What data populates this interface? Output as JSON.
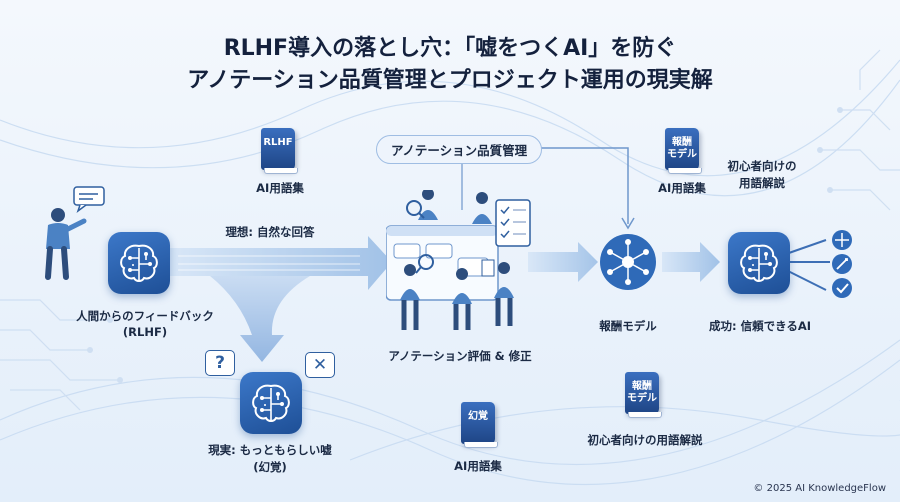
{
  "title": {
    "line1": "RLHF導入の落とし穴：「嘘をつくAI」を防ぐ",
    "line2": "アノテーション品質管理とプロジェクト運用の現実解"
  },
  "nodes": {
    "human_feedback": {
      "label_line1": "人間からのフィードバック",
      "label_line2": "(RLHF)"
    },
    "ideal_path": "理想: 自然な回答",
    "reality": {
      "label_line1": "現実: もっともらしい嘘",
      "label_line2": "(幻覚)"
    },
    "quality_pill": "アノテーション品質管理",
    "annotation_eval": "アノテーション評価 & 修正",
    "reward_model": "報酬モデル",
    "success": "成功: 信頼できるAI",
    "glossary_note": {
      "line1": "初心者向けの",
      "line2": "用語解説"
    },
    "glossary_note_bottom": "初心者向けの用語解説"
  },
  "books": {
    "rlhf_book": {
      "cover": "RLHF",
      "caption": "AI用語集"
    },
    "reward_book_top": {
      "cover_line1": "報酬",
      "cover_line2": "モデル",
      "caption": "AI用語集"
    },
    "hallucination_book": {
      "cover": "幻覚",
      "caption": "AI用語集"
    },
    "reward_book_bottom": {
      "cover_line1": "報酬",
      "cover_line2": "モデル"
    }
  },
  "bubbles": {
    "question": "?",
    "cross": "✕"
  },
  "footer": {
    "copyright": "© 2025 AI KnowledgeFlow"
  },
  "colors": {
    "accent": "#1e4f96",
    "brain": "#2f6ab8",
    "flow": "#bcd3ee",
    "background": "#eef4fb"
  }
}
